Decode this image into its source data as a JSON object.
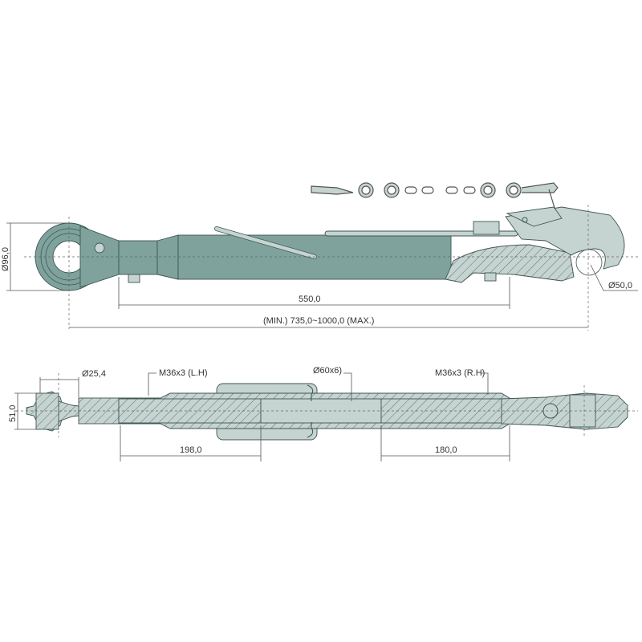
{
  "top_view": {
    "eye_diameter": "Ø96,0",
    "length_dim": "550,0",
    "overall_length": "(MIN.) 735,0~1000,0 (MAX.)",
    "hook_diameter": "Ø50,0"
  },
  "section_view": {
    "ball_diameter": "Ø25,4",
    "ball_height": "51,0",
    "thread_left": "M36x3 (L.H)",
    "tube": "Ø60x6)",
    "thread_right": "M36x3 (R.H)",
    "thread_len_left": "198,0",
    "thread_len_right": "180,0"
  },
  "colors": {
    "body": "#7fa29d",
    "section": "#c6d4d1",
    "outline": "#3e5552"
  }
}
